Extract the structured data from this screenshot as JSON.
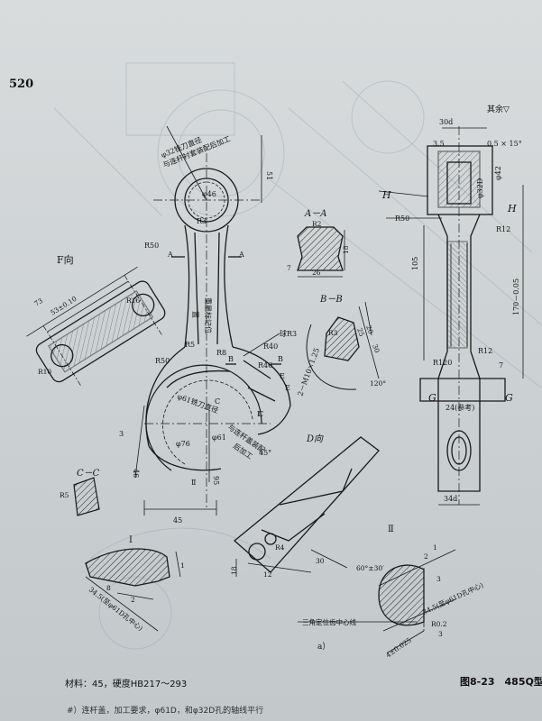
{
  "page_number": "520",
  "figure_caption": "图8-23　485Q型",
  "sublabel": "a）",
  "material_line": "材料：45，硬度HB217～293",
  "note_line": "#）连杆盖，加工要求，φ61D，和φ32D孔的轴线平行",
  "views": {
    "F": "F向",
    "AA": "A－A",
    "BB": "B－B",
    "CC": "C－C",
    "D": "D向",
    "I": "Ⅰ",
    "II": "Ⅱ",
    "H": "H",
    "G": "G",
    "qita": "其余▽"
  },
  "main_labels": {
    "top_note_1": "φ32铣刀直径",
    "top_note_2": "与连杆衬套装配后加工",
    "big_note_1": "与连杆盖装配",
    "big_note_2": "后加工",
    "center_label_1": "重量标记位",
    "center_label_2": "置",
    "mid_note": "φ61铣刀直径",
    "ball": "球R3",
    "m_thread": "2－M10×1.25",
    "dia_small": "φ46",
    "dia_76": "φ76",
    "dia_61": "φ61",
    "dia_32": "φ32D",
    "dia_42": "φ42",
    "angle_45": "45°",
    "angle_120": "120°",
    "R3": "R3",
    "R5": "R5",
    "R8": "R8",
    "R12": "R12",
    "R50a": "R50",
    "R50b": "R50",
    "R50c": "R50",
    "R40": "R40",
    "R46": "R46",
    "R10": "R10",
    "R16": "R16",
    "R120": "R120",
    "R4": "R4",
    "R2": "R2",
    "d51": "51",
    "d46": "46",
    "d45": "45",
    "d95": "95",
    "d105": "105",
    "d170": "170－0.05",
    "d30_top": "30d",
    "d35": "3.5",
    "d05": "0.5 × 15°",
    "d12": "12",
    "d7": "7",
    "d18": "18",
    "d26": "26",
    "d20": "20",
    "d25": "25",
    "d30": "30",
    "d73": "73",
    "d53": "53±0.10",
    "d240": "24(参考)",
    "d34": "34d",
    "d1": "1",
    "d2": "2",
    "d60": "60°±30′",
    "d8": "8",
    "d4": "4±0.025",
    "d34h": "34.5(至φ61D孔中心)",
    "d34h2": "34.5(至φ61D孔中心)",
    "triangle_note": "三角定位齿中心线",
    "R02": "R0.2",
    "d3a": "3",
    "d3b": "3",
    "pos_1": "1",
    "pos_2": "2",
    "pos_3": "3",
    "E_left": "E",
    "E_right": "E",
    "A_left": "A",
    "A_right": "A",
    "B_left": "B",
    "B_right": "B",
    "C_left": "C",
    "C_right": "C",
    "II_small": "Ⅱ",
    "I_small": "Ⅰ"
  }
}
